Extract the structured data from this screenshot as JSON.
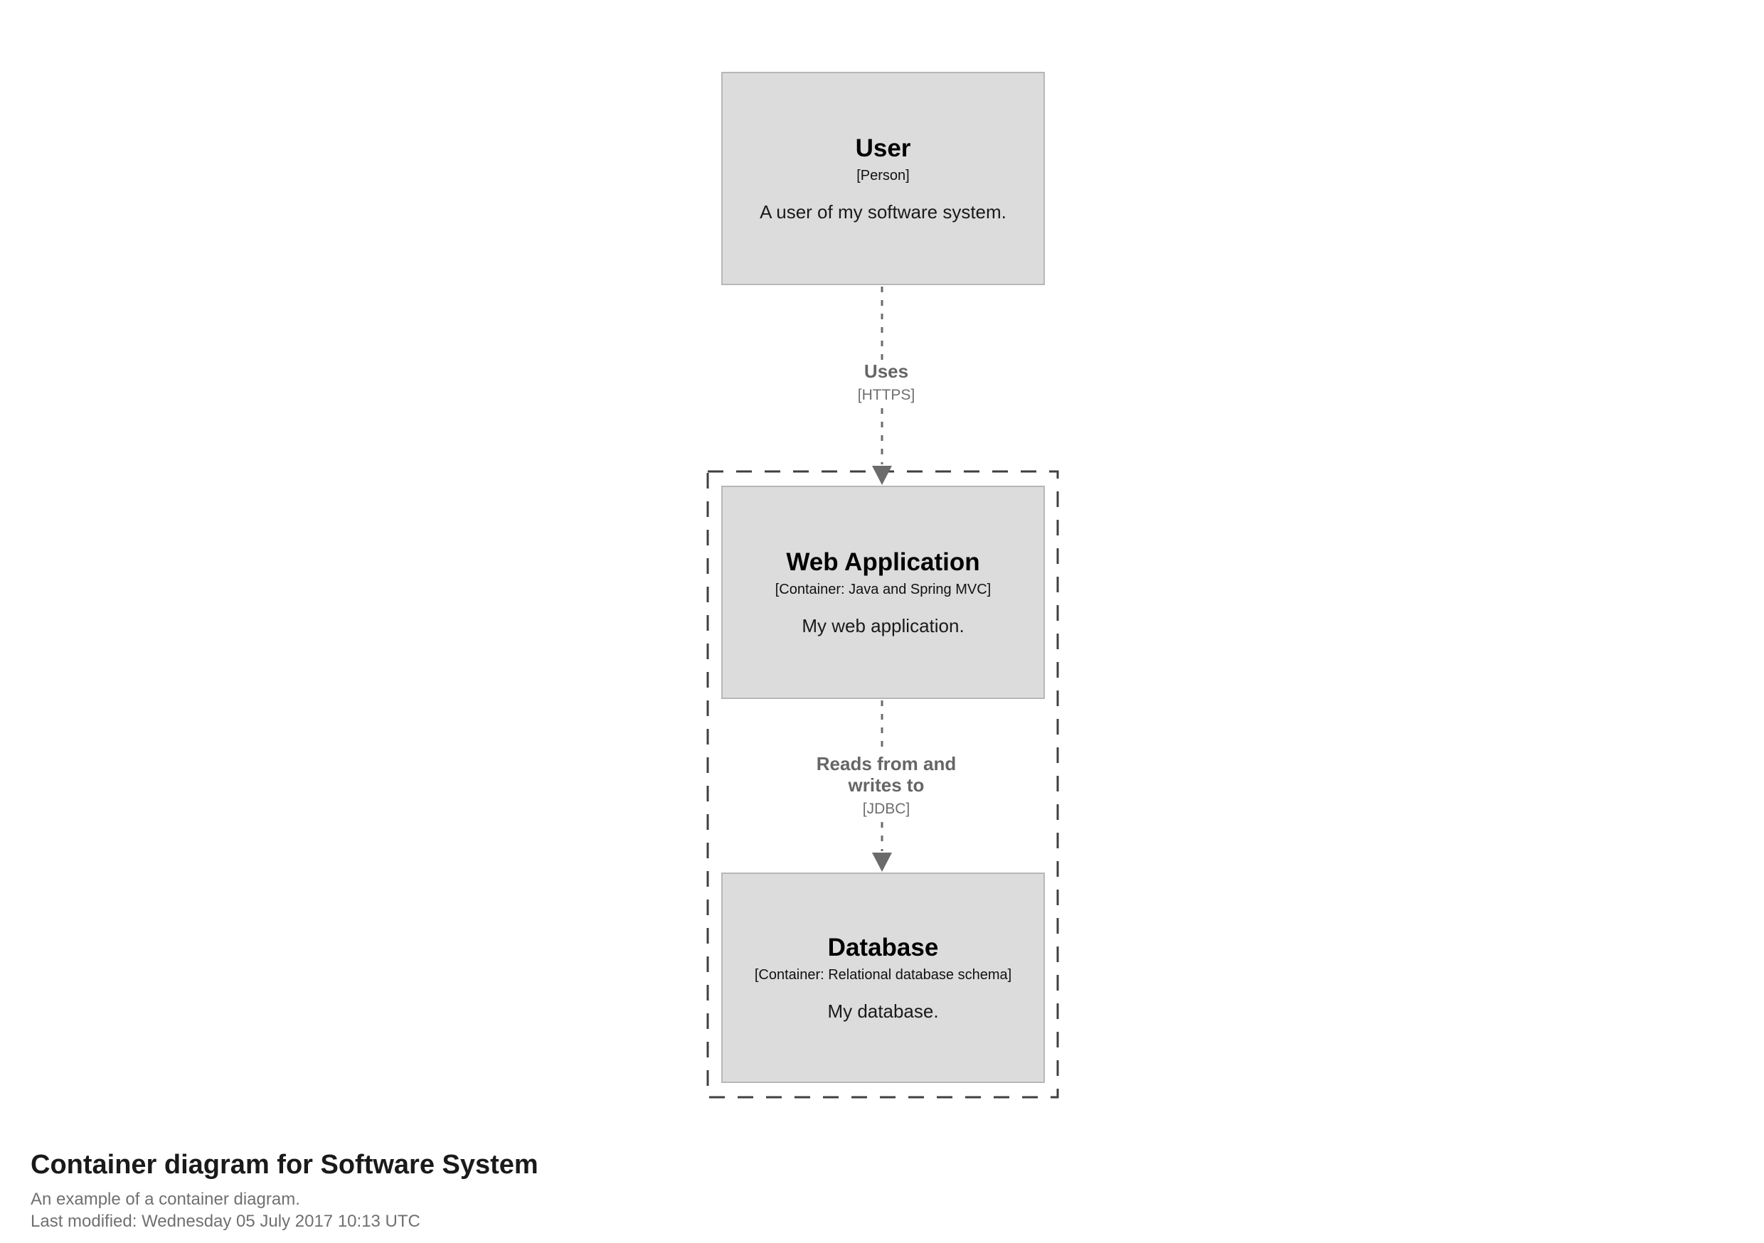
{
  "diagram": {
    "elements": [
      {
        "name": "User",
        "meta": "[Person]",
        "description": "A user of my software system."
      },
      {
        "name": "Web Application",
        "meta": "[Container: Java and Spring MVC]",
        "description": "My web application."
      },
      {
        "name": "Database",
        "meta": "[Container: Relational database schema]",
        "description": "My database."
      }
    ],
    "relationships": [
      {
        "label": "Uses",
        "technology": "[HTTPS]"
      },
      {
        "label": "Reads from and writes to",
        "technology": "[JDBC]"
      }
    ],
    "colors": {
      "background": "#ffffff",
      "element_fill": "#dcdcdc",
      "element_border": "#b7b7b7",
      "element_text": "#000000",
      "relationship_line": "#6b6b6b",
      "relationship_text": "#666666",
      "boundary_stroke": "#3f3f3f"
    }
  },
  "footer": {
    "title": "Container diagram for Software System",
    "description": "An example of a container diagram.",
    "last_modified": "Last modified: Wednesday 05 July 2017 10:13 UTC"
  }
}
